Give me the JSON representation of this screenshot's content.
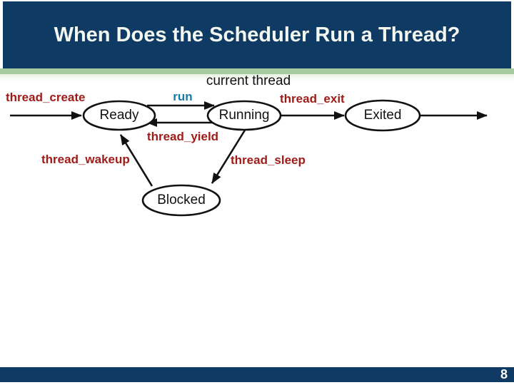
{
  "slide": {
    "title": "When Does the Scheduler Run a Thread?",
    "page_number": "8"
  },
  "colors": {
    "navy": "#0F3A63",
    "stripe_green": "#A6CBA2",
    "tint_green": "#E9F2E5",
    "dark_red": "#9E1B17",
    "teal": "#1B79A8",
    "ink": "#111111"
  },
  "diagram": {
    "annotation": "current thread",
    "states": [
      {
        "id": "ready",
        "label": "Ready"
      },
      {
        "id": "running",
        "label": "Running"
      },
      {
        "id": "exited",
        "label": "Exited"
      },
      {
        "id": "blocked",
        "label": "Blocked"
      }
    ],
    "transitions": [
      {
        "id": "create",
        "label": "thread_create"
      },
      {
        "id": "run",
        "label": "run"
      },
      {
        "id": "exit",
        "label": "thread_exit"
      },
      {
        "id": "yield",
        "label": "thread_yield"
      },
      {
        "id": "wakeup",
        "label": "thread_wakeup"
      },
      {
        "id": "sleep",
        "label": "thread_sleep"
      }
    ]
  }
}
